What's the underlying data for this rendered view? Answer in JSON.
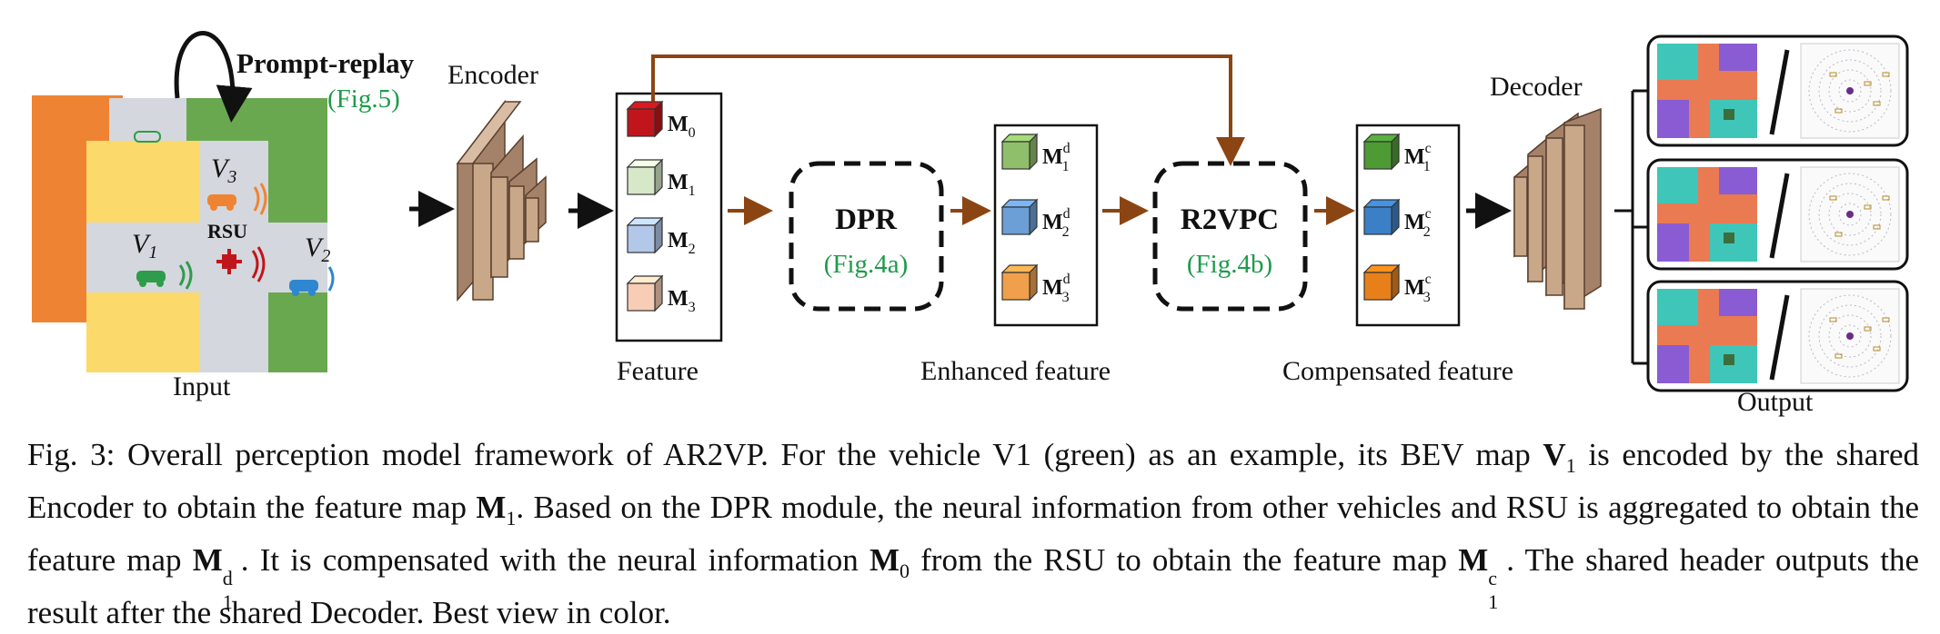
{
  "figure": {
    "prompt_replay": "Prompt-replay",
    "fig5": "(Fig.5)",
    "encoder": "Encoder",
    "decoder": "Decoder",
    "input": "Input",
    "rsu": "RSU",
    "v1": "V",
    "v1_sub": "1",
    "v2": "V",
    "v2_sub": "2",
    "v3": "V",
    "v3_sub": "3",
    "feature": "Feature",
    "enhanced_feature": "Enhanced feature",
    "compensated_feature": "Compensated feature",
    "output": "Output",
    "dpr": "DPR",
    "dpr_ref": "(Fig.4a)",
    "r2vpc": "R2VPC",
    "r2vpc_ref": "(Fig.4b)",
    "m": "M",
    "feature_maps": [
      {
        "sub": "0",
        "sup": "",
        "color": "#c0161b"
      },
      {
        "sub": "1",
        "sup": "",
        "color": "#d7e8c9"
      },
      {
        "sub": "2",
        "sup": "",
        "color": "#b3c7e8"
      },
      {
        "sub": "3",
        "sup": "",
        "color": "#f7cdb6"
      }
    ],
    "enhanced_maps": [
      {
        "sub": "1",
        "sup": "d",
        "color": "#8fbf6a"
      },
      {
        "sub": "2",
        "sup": "d",
        "color": "#6b9fd6"
      },
      {
        "sub": "3",
        "sup": "d",
        "color": "#f0a04a"
      }
    ],
    "compensated_maps": [
      {
        "sub": "1",
        "sup": "c",
        "color": "#4e9a35"
      },
      {
        "sub": "2",
        "sup": "c",
        "color": "#3b80c6"
      },
      {
        "sub": "3",
        "sup": "c",
        "color": "#e8801a"
      }
    ],
    "colors": {
      "orange": "#ee8433",
      "yellow": "#fbd96a",
      "green": "#6aa84f",
      "gray": "#d4d7dd",
      "brown_arrow": "#8b4513",
      "block": "#c9a88a",
      "caption_green": "#1e9b4a"
    }
  },
  "caption": {
    "l1_a": "Fig. 3: Overall perception model framework of AR2VP. For the vehicle V1 (green) as an example, its BEV map ",
    "l1_v": "V",
    "l1_v_sub": "1",
    "l1_b": " is encoded",
    "l2_a": "by the shared Encoder to obtain the feature map ",
    "l2_m": "M",
    "l2_m_sub": "1",
    "l2_b": ". Based on the DPR module, the neural information from other vehicles",
    "l3_a": "and RSU is aggregated to obtain the feature map ",
    "l3_m": "M",
    "l3_m_sub": "1",
    "l3_m_sup": "d",
    "l3_b": ". It is compensated with the neural information ",
    "l3_m0": "M",
    "l3_m0_sub": "0",
    "l3_c": " from the RSU to",
    "l4_a": "obtain the feature map ",
    "l4_m": "M",
    "l4_m_sub": "1",
    "l4_m_sup": "c",
    "l4_b": ". The shared header outputs the result after the shared Decoder. Best view in color."
  }
}
